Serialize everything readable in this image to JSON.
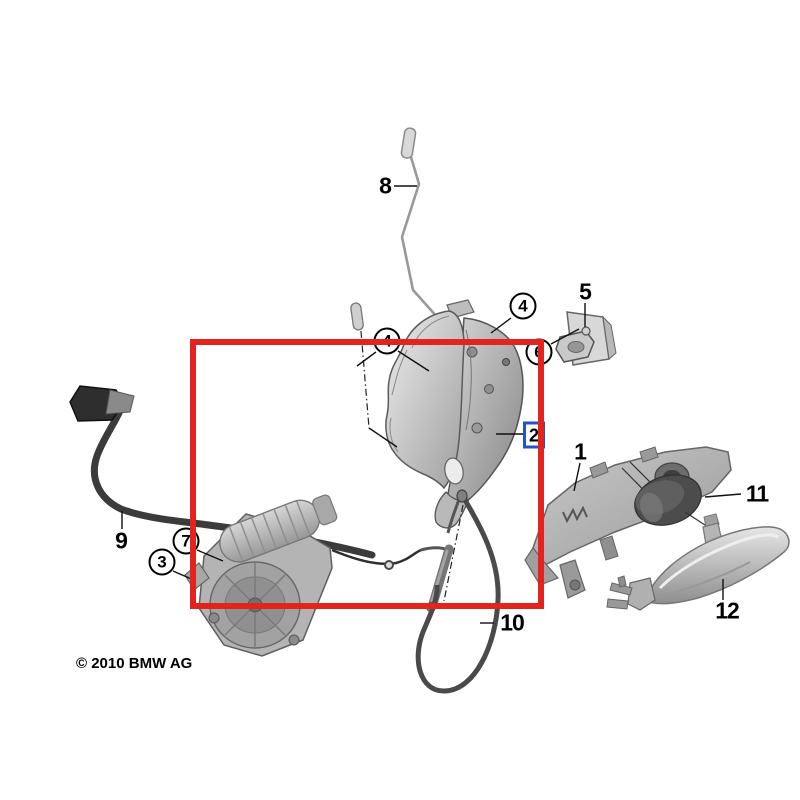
{
  "page": {
    "background": "#ffffff"
  },
  "copyright": "© 2010 BMW AG",
  "annotations": {
    "highlight_box_color": "#e2231e",
    "selected_callout_border_color": "#2453c8"
  },
  "callouts": {
    "c1": {
      "text": "1"
    },
    "c2": {
      "text": "2"
    },
    "c3": {
      "text": "3"
    },
    "c4a": {
      "text": "4"
    },
    "c4b": {
      "text": "4"
    },
    "c5": {
      "text": "5"
    },
    "c6": {
      "text": "6"
    },
    "c7": {
      "text": "7"
    },
    "c8": {
      "text": "8"
    },
    "c9": {
      "text": "9"
    },
    "c10": {
      "text": "10"
    },
    "c11": {
      "text": "11"
    },
    "c12": {
      "text": "12"
    }
  }
}
